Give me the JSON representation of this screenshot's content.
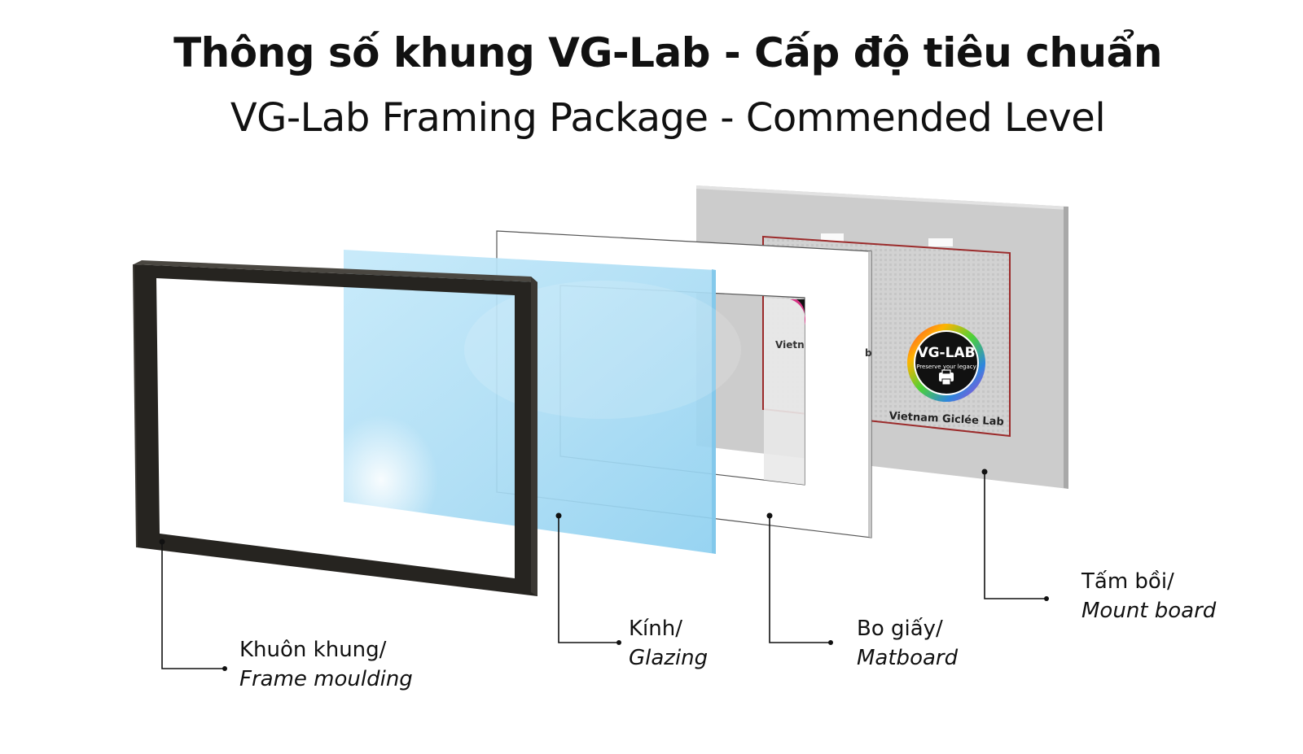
{
  "title": {
    "vi": "Thông số khung VG-Lab - Cấp độ tiêu chuẩn",
    "en": "VG-Lab Framing Package - Commended Level"
  },
  "logo": {
    "brand": "VG-LAB",
    "tagline": "Preserve your legacy",
    "caption": "Vietnam Giclée Lab"
  },
  "layers": [
    {
      "id": "frame",
      "vi": "Khuôn khung/",
      "en": "Frame moulding"
    },
    {
      "id": "glazing",
      "vi": "Kính/",
      "en": "Glazing"
    },
    {
      "id": "matboard",
      "vi": "Bo giấy/",
      "en": "Matboard"
    },
    {
      "id": "mountboard",
      "vi": "Tấm bồi/",
      "en": "Mount board"
    }
  ],
  "colors": {
    "frame": "#262420",
    "glass": "#a9ddf5",
    "mountboard": "#cfcfcf",
    "print_border": "#9b2b2b"
  }
}
